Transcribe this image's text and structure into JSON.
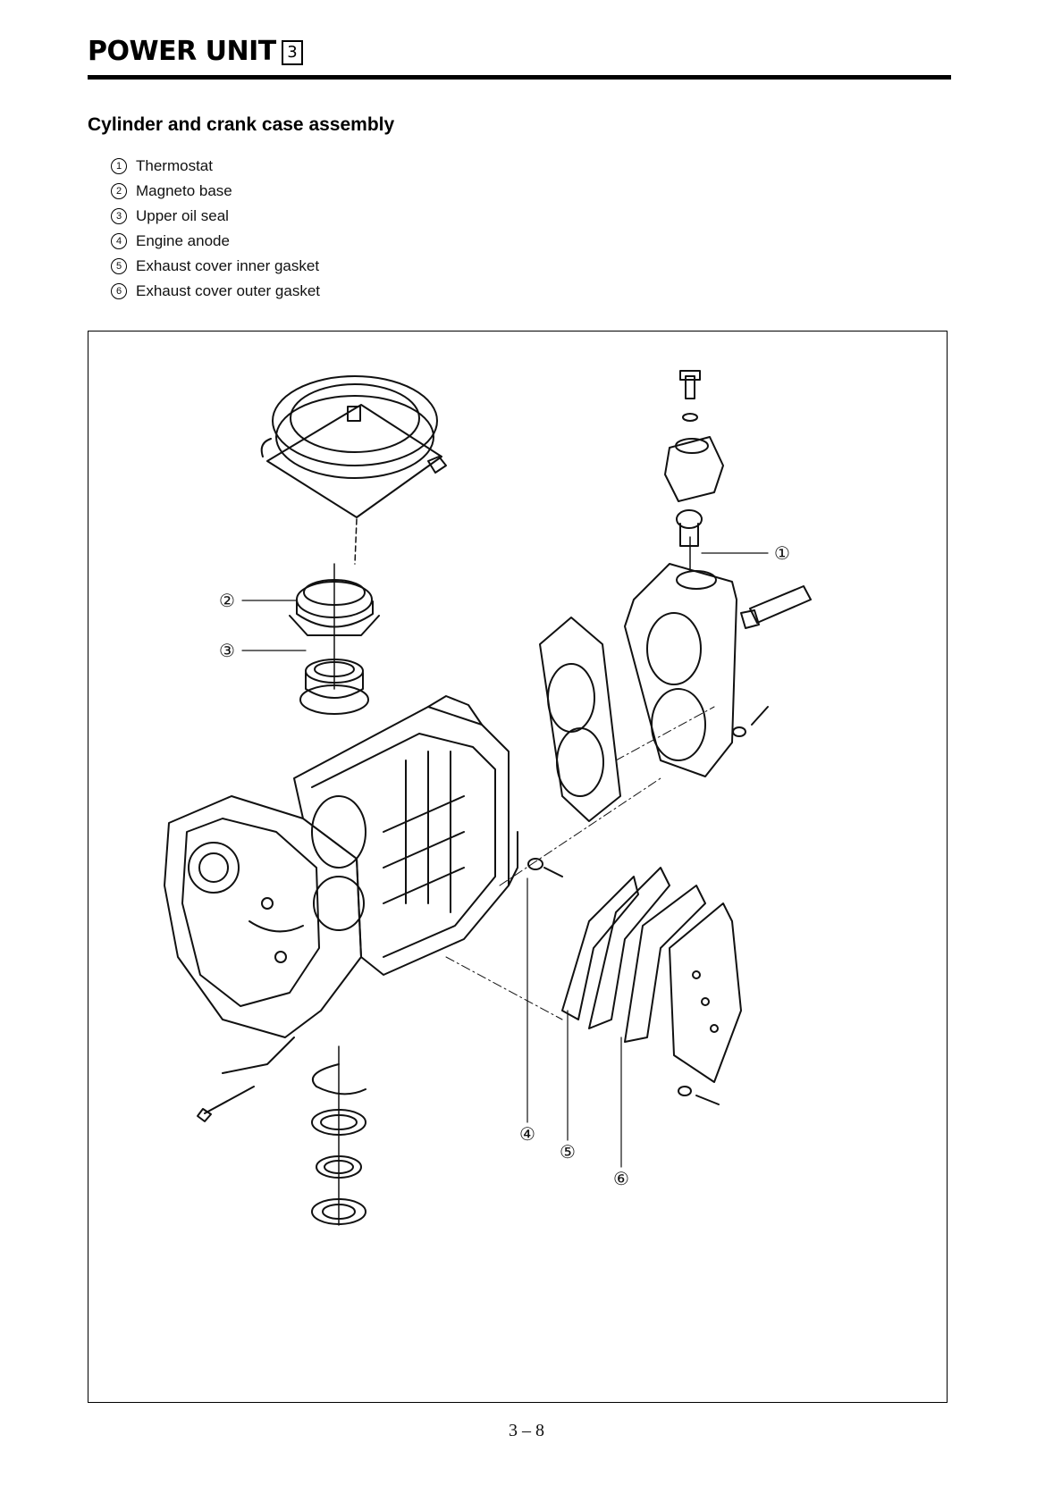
{
  "header": {
    "title": "POWER UNIT",
    "section": "3"
  },
  "subtitle": "Cylinder and crank case assembly",
  "legend": [
    {
      "num": "1",
      "label": "Thermostat"
    },
    {
      "num": "2",
      "label": "Magneto base"
    },
    {
      "num": "3",
      "label": "Upper oil seal"
    },
    {
      "num": "4",
      "label": "Engine anode"
    },
    {
      "num": "5",
      "label": "Exhaust cover inner gasket"
    },
    {
      "num": "6",
      "label": "Exhaust cover outer gasket"
    }
  ],
  "callouts": [
    "①",
    "②",
    "③",
    "④",
    "⑤",
    "⑥"
  ],
  "page_number": "3 – 8"
}
